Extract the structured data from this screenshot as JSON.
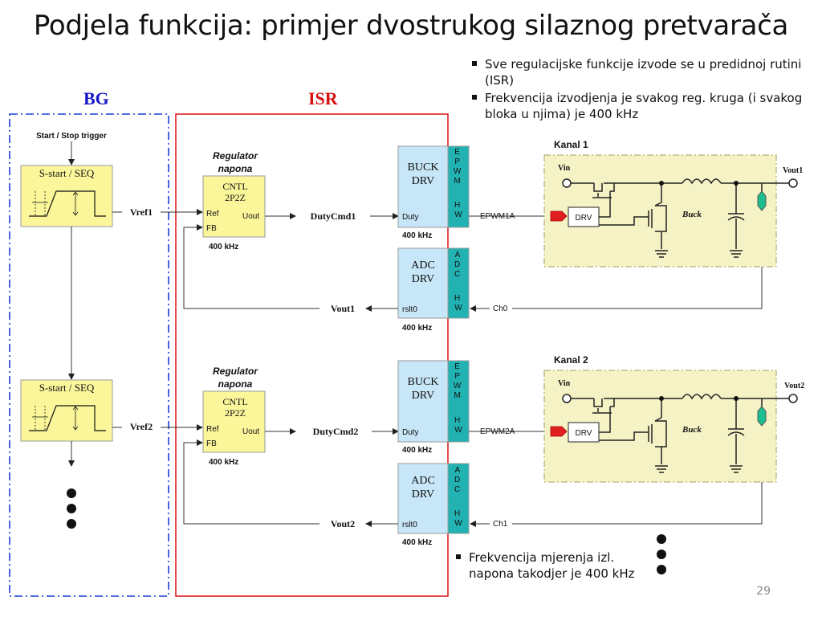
{
  "title": "Podjela funkcija: primjer  dvostrukog  silaznog  pretvarača",
  "bullets_top": [
    "Sve regulacijske funkcije izvode se u predidnoj rutini (ISR)",
    "Frekvencija izvodjenja je svakog reg. kruga (i svakog bloka u njima) je 400 kHz"
  ],
  "bullet_bottom": "Frekvencija mjerenja izl. napona takodjer je 400 kHz",
  "page_number": "29",
  "sections": {
    "bg": "BG",
    "isr": "ISR"
  },
  "colors": {
    "bg_border": "#1a3fd6",
    "isr_border": "#e02020",
    "block_fill": "#fbf69a",
    "drv_fill": "#c7e6f7",
    "hw_fill": "#22b2b2",
    "buck_area": "#f5f3c6",
    "bg_text": "#1515c8",
    "isr_text": "#d81010"
  },
  "start_stop_trigger": "Start / Stop trigger",
  "channels": [
    {
      "sstart_label": "S-start / SEQ",
      "vref": "Vref1",
      "regulator_title_1": "Regulator",
      "regulator_title_2": "napona",
      "cntl_1": "CNTL",
      "cntl_2": "2P2Z",
      "ref": "Ref",
      "fb": "FB",
      "uout": "Uout",
      "cntl_freq": "400 kHz",
      "duty_cmd": "DutyCmd1",
      "buck_drv_1": "BUCK",
      "buck_drv_2": "DRV",
      "duty": "Duty",
      "buck_freq": "400 kHz",
      "epwm_hw": [
        "E",
        "P",
        "W",
        "M",
        "",
        "H",
        "W"
      ],
      "epwm_signal": "EPWM1A",
      "adc_drv_1": "ADC",
      "adc_drv_2": "DRV",
      "rslt": "rslt0",
      "adc_freq": "400 kHz",
      "adc_hw": [
        "A",
        "D",
        "C",
        "",
        "H",
        "W"
      ],
      "ch": "Ch0",
      "vout_fb": "Vout1",
      "kanal": "Kanal 1",
      "vin": "Vin",
      "vout_node": "Vout1",
      "drv_box": "DRV",
      "buck_label": "Buck"
    },
    {
      "sstart_label": "S-start / SEQ",
      "vref": "Vref2",
      "regulator_title_1": "Regulator",
      "regulator_title_2": "napona",
      "cntl_1": "CNTL",
      "cntl_2": "2P2Z",
      "ref": "Ref",
      "fb": "FB",
      "uout": "Uout",
      "cntl_freq": "400 kHz",
      "duty_cmd": "DutyCmd2",
      "buck_drv_1": "BUCK",
      "buck_drv_2": "DRV",
      "duty": "Duty",
      "buck_freq": "400 kHz",
      "epwm_hw": [
        "E",
        "P",
        "W",
        "M",
        "",
        "H",
        "W"
      ],
      "epwm_signal": "EPWM2A",
      "adc_drv_1": "ADC",
      "adc_drv_2": "DRV",
      "rslt": "rslt0",
      "adc_freq": "400 kHz",
      "adc_hw": [
        "A",
        "D",
        "C",
        "",
        "H",
        "W"
      ],
      "ch": "Ch1",
      "vout_fb": "Vout2",
      "kanal": "Kanal 2",
      "vin": "Vin",
      "vout_node": "Vout2",
      "drv_box": "DRV",
      "buck_label": "Buck"
    }
  ]
}
